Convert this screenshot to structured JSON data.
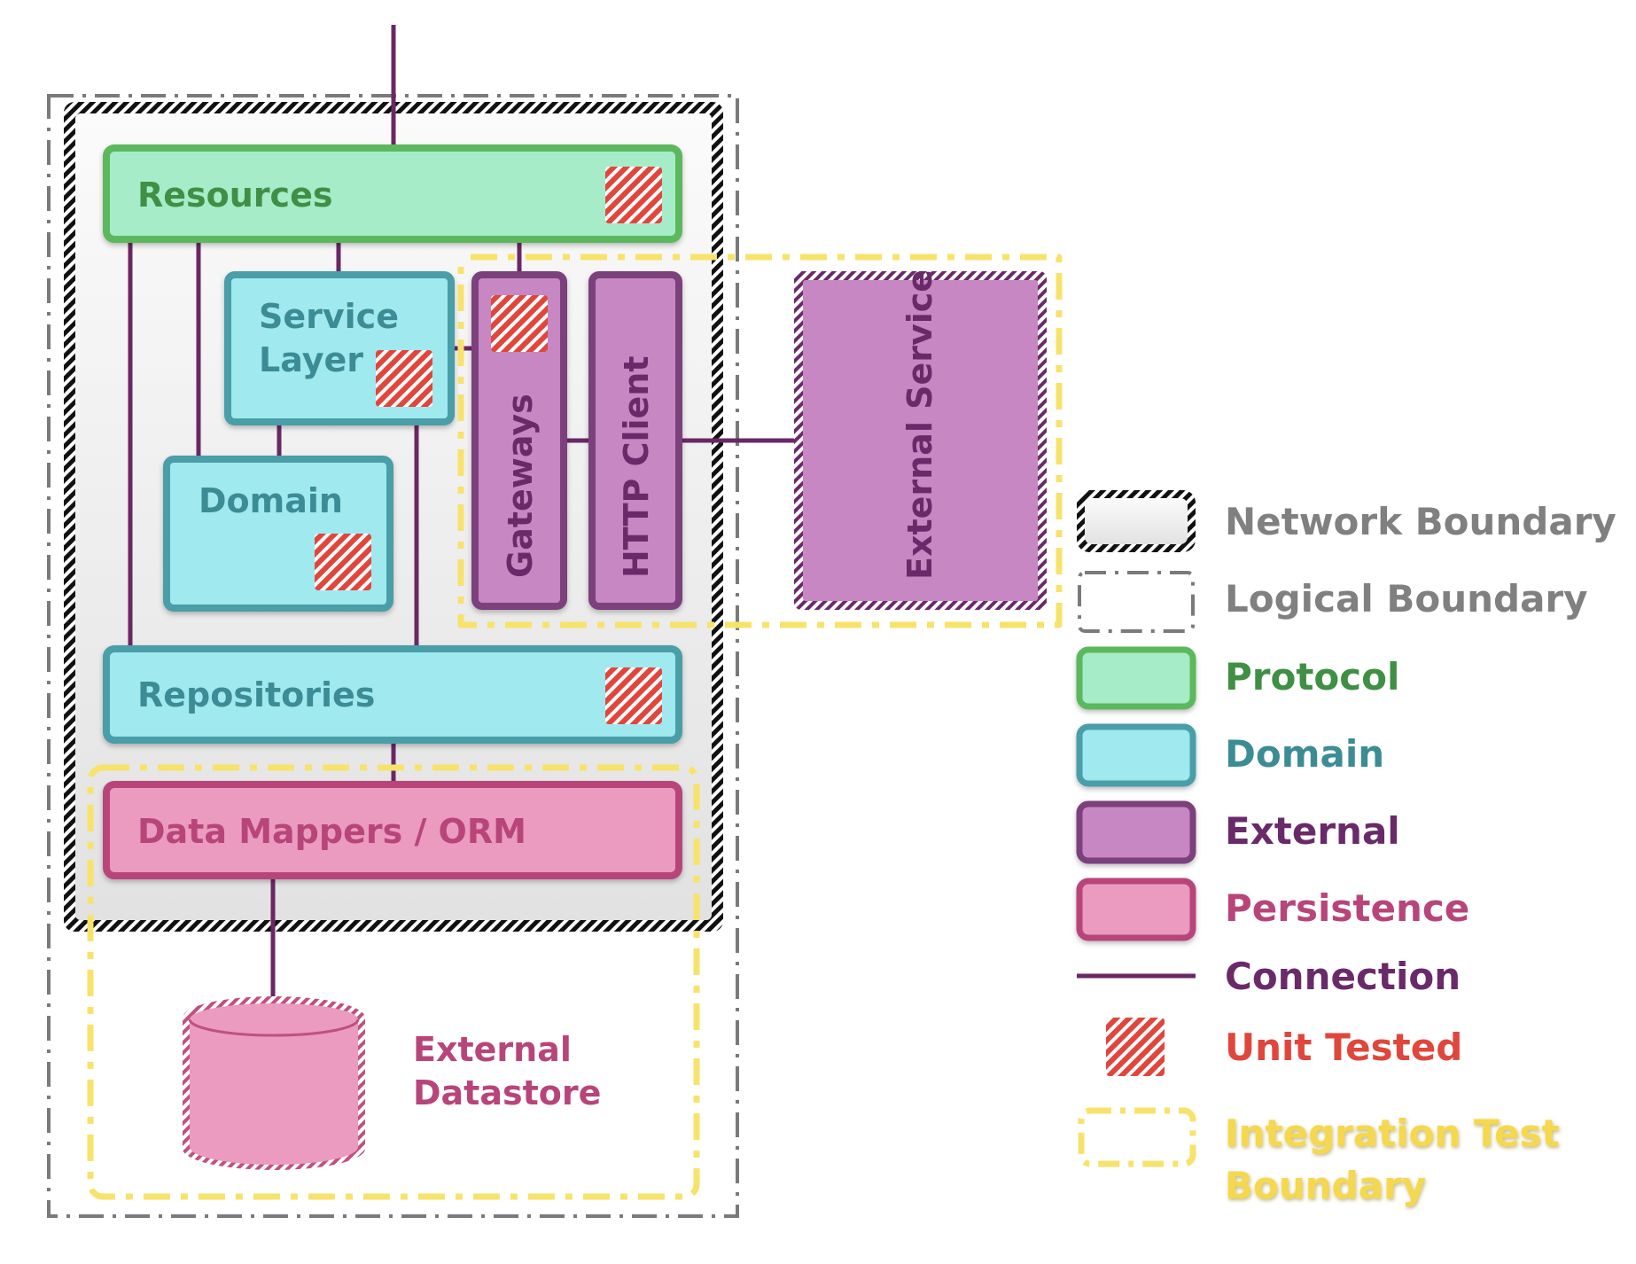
{
  "diagram": {
    "components": {
      "resources": "Resources",
      "service_layer": [
        "Service",
        "Layer"
      ],
      "domain": "Domain",
      "gateways": "Gateways",
      "http_client": "HTTP Client",
      "external_service": "External Service",
      "repositories": "Repositories",
      "data_mappers": "Data Mappers / ORM",
      "external_datastore": [
        "External",
        "Datastore"
      ]
    }
  },
  "legend": {
    "network_boundary": "Network Boundary",
    "logical_boundary": "Logical Boundary",
    "protocol": "Protocol",
    "domain": "Domain",
    "external": "External",
    "persistence": "Persistence",
    "connection": "Connection",
    "unit_tested": "Unit Tested",
    "integration_test_boundary": [
      "Integration Test",
      "Boundary"
    ]
  },
  "colors": {
    "protocol_fill": "#a6ecc8",
    "protocol_stroke": "#5cb85c",
    "protocol_text": "#3f8f45",
    "domain_fill": "#a0e9ef",
    "domain_stroke": "#4a9ea8",
    "domain_text": "#3c8c95",
    "external_fill": "#c687c2",
    "external_stroke": "#7c3f7c",
    "external_text": "#6a2a6a",
    "persistence_fill": "#ea9bbf",
    "persistence_stroke": "#b8457a",
    "persistence_text": "#b8457a",
    "connection": "#6b2765",
    "unit_tested": "#e0463c",
    "integration_boundary": "#f7e36b",
    "integration_text": "#f5d84e",
    "logical_boundary": "#7a7a7a",
    "boundary_text": "#808080"
  }
}
